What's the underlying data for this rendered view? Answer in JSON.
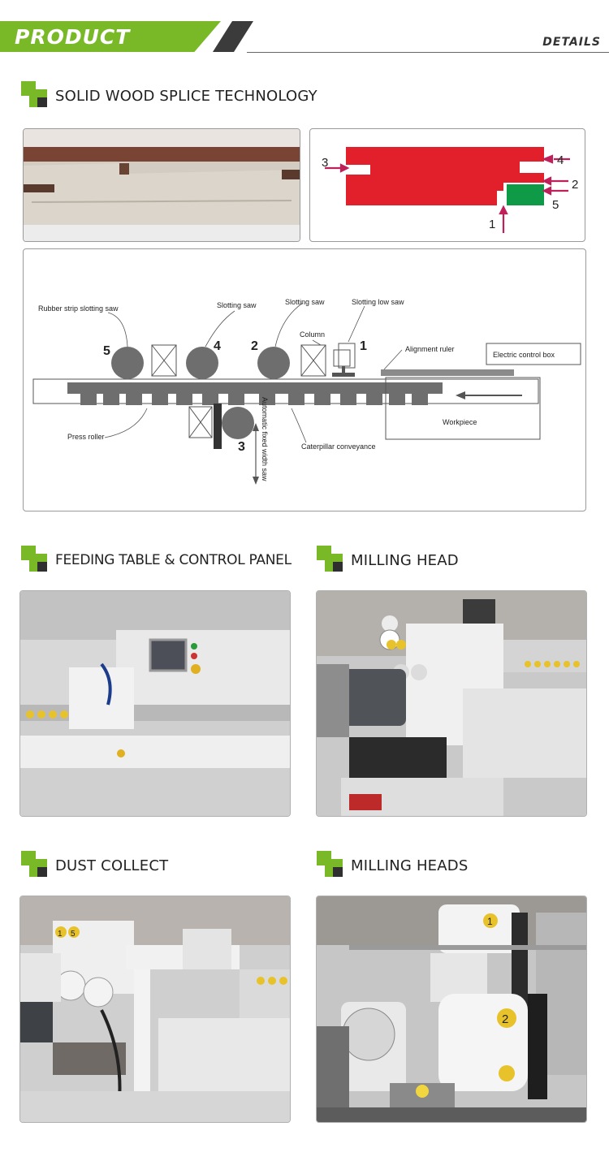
{
  "header": {
    "title": "PRODUCT",
    "details": "DETAILS"
  },
  "sections": {
    "splice": {
      "title": "SOLID WOOD SPLICE TECHNOLOGY"
    },
    "feeding": {
      "title": "FEEDING TABLE & CONTROL PANEL"
    },
    "milling": {
      "title": "MILLING HEAD"
    },
    "dust": {
      "title": "DUST COLLECT"
    },
    "milling2": {
      "title": "MILLING HEADS"
    }
  },
  "profile_diagram": {
    "labels": [
      "3",
      "4",
      "2",
      "5",
      "1"
    ],
    "colors": {
      "profile": "#e2202c",
      "strip": "#0f9a47",
      "arrow": "#c0205a"
    }
  },
  "machine_diagram": {
    "labels": {
      "rubber_strip_saw": "Rubber strip slotting saw",
      "slotting_saw_a": "Slotting saw",
      "slotting_saw_b": "Slotting saw",
      "slotting_low_saw": "Slotting low saw",
      "column": "Column",
      "alignment_ruler": "Alignment ruler",
      "electric_box": "Electric control box",
      "workpiece": "Workpiece",
      "press_roller": "Press roller",
      "caterpillar": "Caterpillar conveyance",
      "fixed_width_saw": "Automatic fixed width saw"
    },
    "numbers": {
      "n5": "5",
      "n4": "4",
      "n2": "2",
      "n1": "1",
      "n3": "3"
    }
  },
  "photo_labels": {
    "dust_badge_1": "1",
    "dust_badge_2": "5",
    "heads_badge_1": "1",
    "heads_badge_2": "2"
  }
}
